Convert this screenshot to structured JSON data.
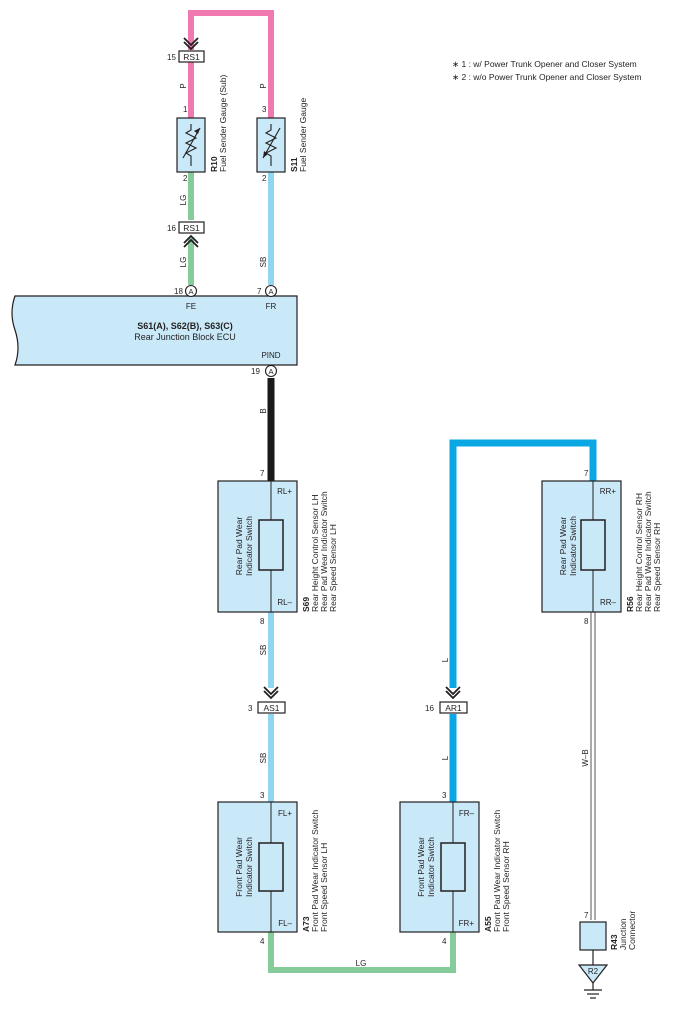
{
  "colors": {
    "pink": "#f07ab0",
    "light_green": "#86cc9a",
    "sky_blue": "#92d5f0",
    "blue": "#0aa7e4",
    "black": "#1a1a1a",
    "box_fill": "#c9e8f8"
  },
  "notes": [
    "∗ 1 : w/ Power Trunk Opener and Closer System",
    "∗ 2 : w/o Power Trunk Opener and Closer System"
  ],
  "connectors": {
    "rs1_top": {
      "label": "RS1",
      "pin": "15"
    },
    "rs1_mid": {
      "label": "RS1",
      "pin": "16"
    },
    "as1": {
      "label": "AS1",
      "pin": "3"
    },
    "ar1": {
      "label": "AR1",
      "pin": "16"
    },
    "a_label": "A",
    "ecu_pin_fe": "18",
    "ecu_pin_fr": "7",
    "ecu_pin_pind": "19",
    "r2": "R2"
  },
  "wires": {
    "p1": "P",
    "p2": "P",
    "lg1": "LG",
    "lg2": "LG",
    "lg3": "LG",
    "sb1": "SB",
    "sb2": "SB",
    "sb3": "SB",
    "b": "B",
    "l1": "L",
    "l2": "L",
    "wb": "W–B"
  },
  "gauges": {
    "r10": {
      "code": "R10",
      "name": "Fuel Sender Gauge (Sub)",
      "pin_top": "1",
      "pin_bottom": "2"
    },
    "s11": {
      "code": "S11",
      "name": "Fuel Sender Gauge",
      "pin_top": "3",
      "pin_bottom": "2"
    }
  },
  "ecu": {
    "code": "S61(A), S62(B), S63(C)",
    "name": "Rear Junction Block ECU",
    "term_fe": "FE",
    "term_fr": "FR",
    "term_pind": "PIND"
  },
  "s69": {
    "code": "S69",
    "inner": [
      "Rear Pad Wear",
      "Indicator Switch"
    ],
    "desc": [
      "Rear Height Control Sensor LH",
      "Rear Pad Wear Indicator Switch",
      "Rear Speed Sensor LH"
    ],
    "term_top": "RL+",
    "term_bottom": "RL–",
    "pin_top": "7",
    "pin_bottom": "8"
  },
  "r56": {
    "code": "R56",
    "inner": [
      "Rear Pad Wear",
      "Indicator Switch"
    ],
    "desc": [
      "Rear Height Control Sensor RH",
      "Rear Pad Wear Indicator Switch",
      "Rear Speed Sensor RH"
    ],
    "term_top": "RR+",
    "term_bottom": "RR–",
    "pin_top": "7",
    "pin_bottom": "8"
  },
  "a73": {
    "code": "A73",
    "inner": [
      "Front Pad Wear",
      "Indicator Switch"
    ],
    "desc": [
      "Front Pad Wear Indicator Switch",
      "Front Speed Sensor LH"
    ],
    "term_top": "FL+",
    "term_bottom": "FL–",
    "pin_top": "3",
    "pin_bottom": "4"
  },
  "a55": {
    "code": "A55",
    "inner": [
      "Front Pad Wear",
      "Indicator Switch"
    ],
    "desc": [
      "Front Pad Wear Indicator Switch",
      "Front Speed Sensor RH"
    ],
    "term_top": "FR–",
    "term_bottom": "FR+",
    "pin_top": "3",
    "pin_bottom": "4"
  },
  "r43": {
    "code": "R43",
    "desc": [
      "Junction",
      "Connector"
    ],
    "pin": "7"
  }
}
